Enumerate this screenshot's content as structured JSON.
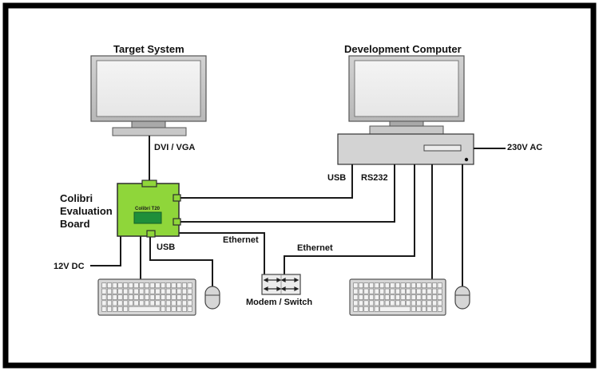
{
  "labels": {
    "target_system": "Target System",
    "development_computer": "Development  Computer",
    "dvi_vga": "DVI / VGA",
    "usb_top": "USB",
    "rs232": "RS232",
    "ac_power": "230V AC",
    "board_line1": "Colibri",
    "board_line2": "Evaluation",
    "board_line3": "Board",
    "module_label": "Colibri T20",
    "ethernet_left": "Ethernet",
    "ethernet_right": "Ethernet",
    "usb_board": "USB",
    "dc_power": "12V DC",
    "modem_switch": "Modem / Switch"
  },
  "colors": {
    "board_green": "#8fd63a",
    "module_green": "#1e8f3a",
    "line": "#1a1a1a",
    "monitor_fill": "#d8d8d8",
    "frame": "#000000"
  },
  "icons": {
    "target_monitor": "monitor-icon",
    "dev_monitor": "monitor-icon",
    "dev_pc_case": "computer-case-icon",
    "left_keyboard": "keyboard-icon",
    "left_mouse": "mouse-icon",
    "right_keyboard": "keyboard-icon",
    "right_mouse": "mouse-icon",
    "switch": "network-switch-icon"
  }
}
